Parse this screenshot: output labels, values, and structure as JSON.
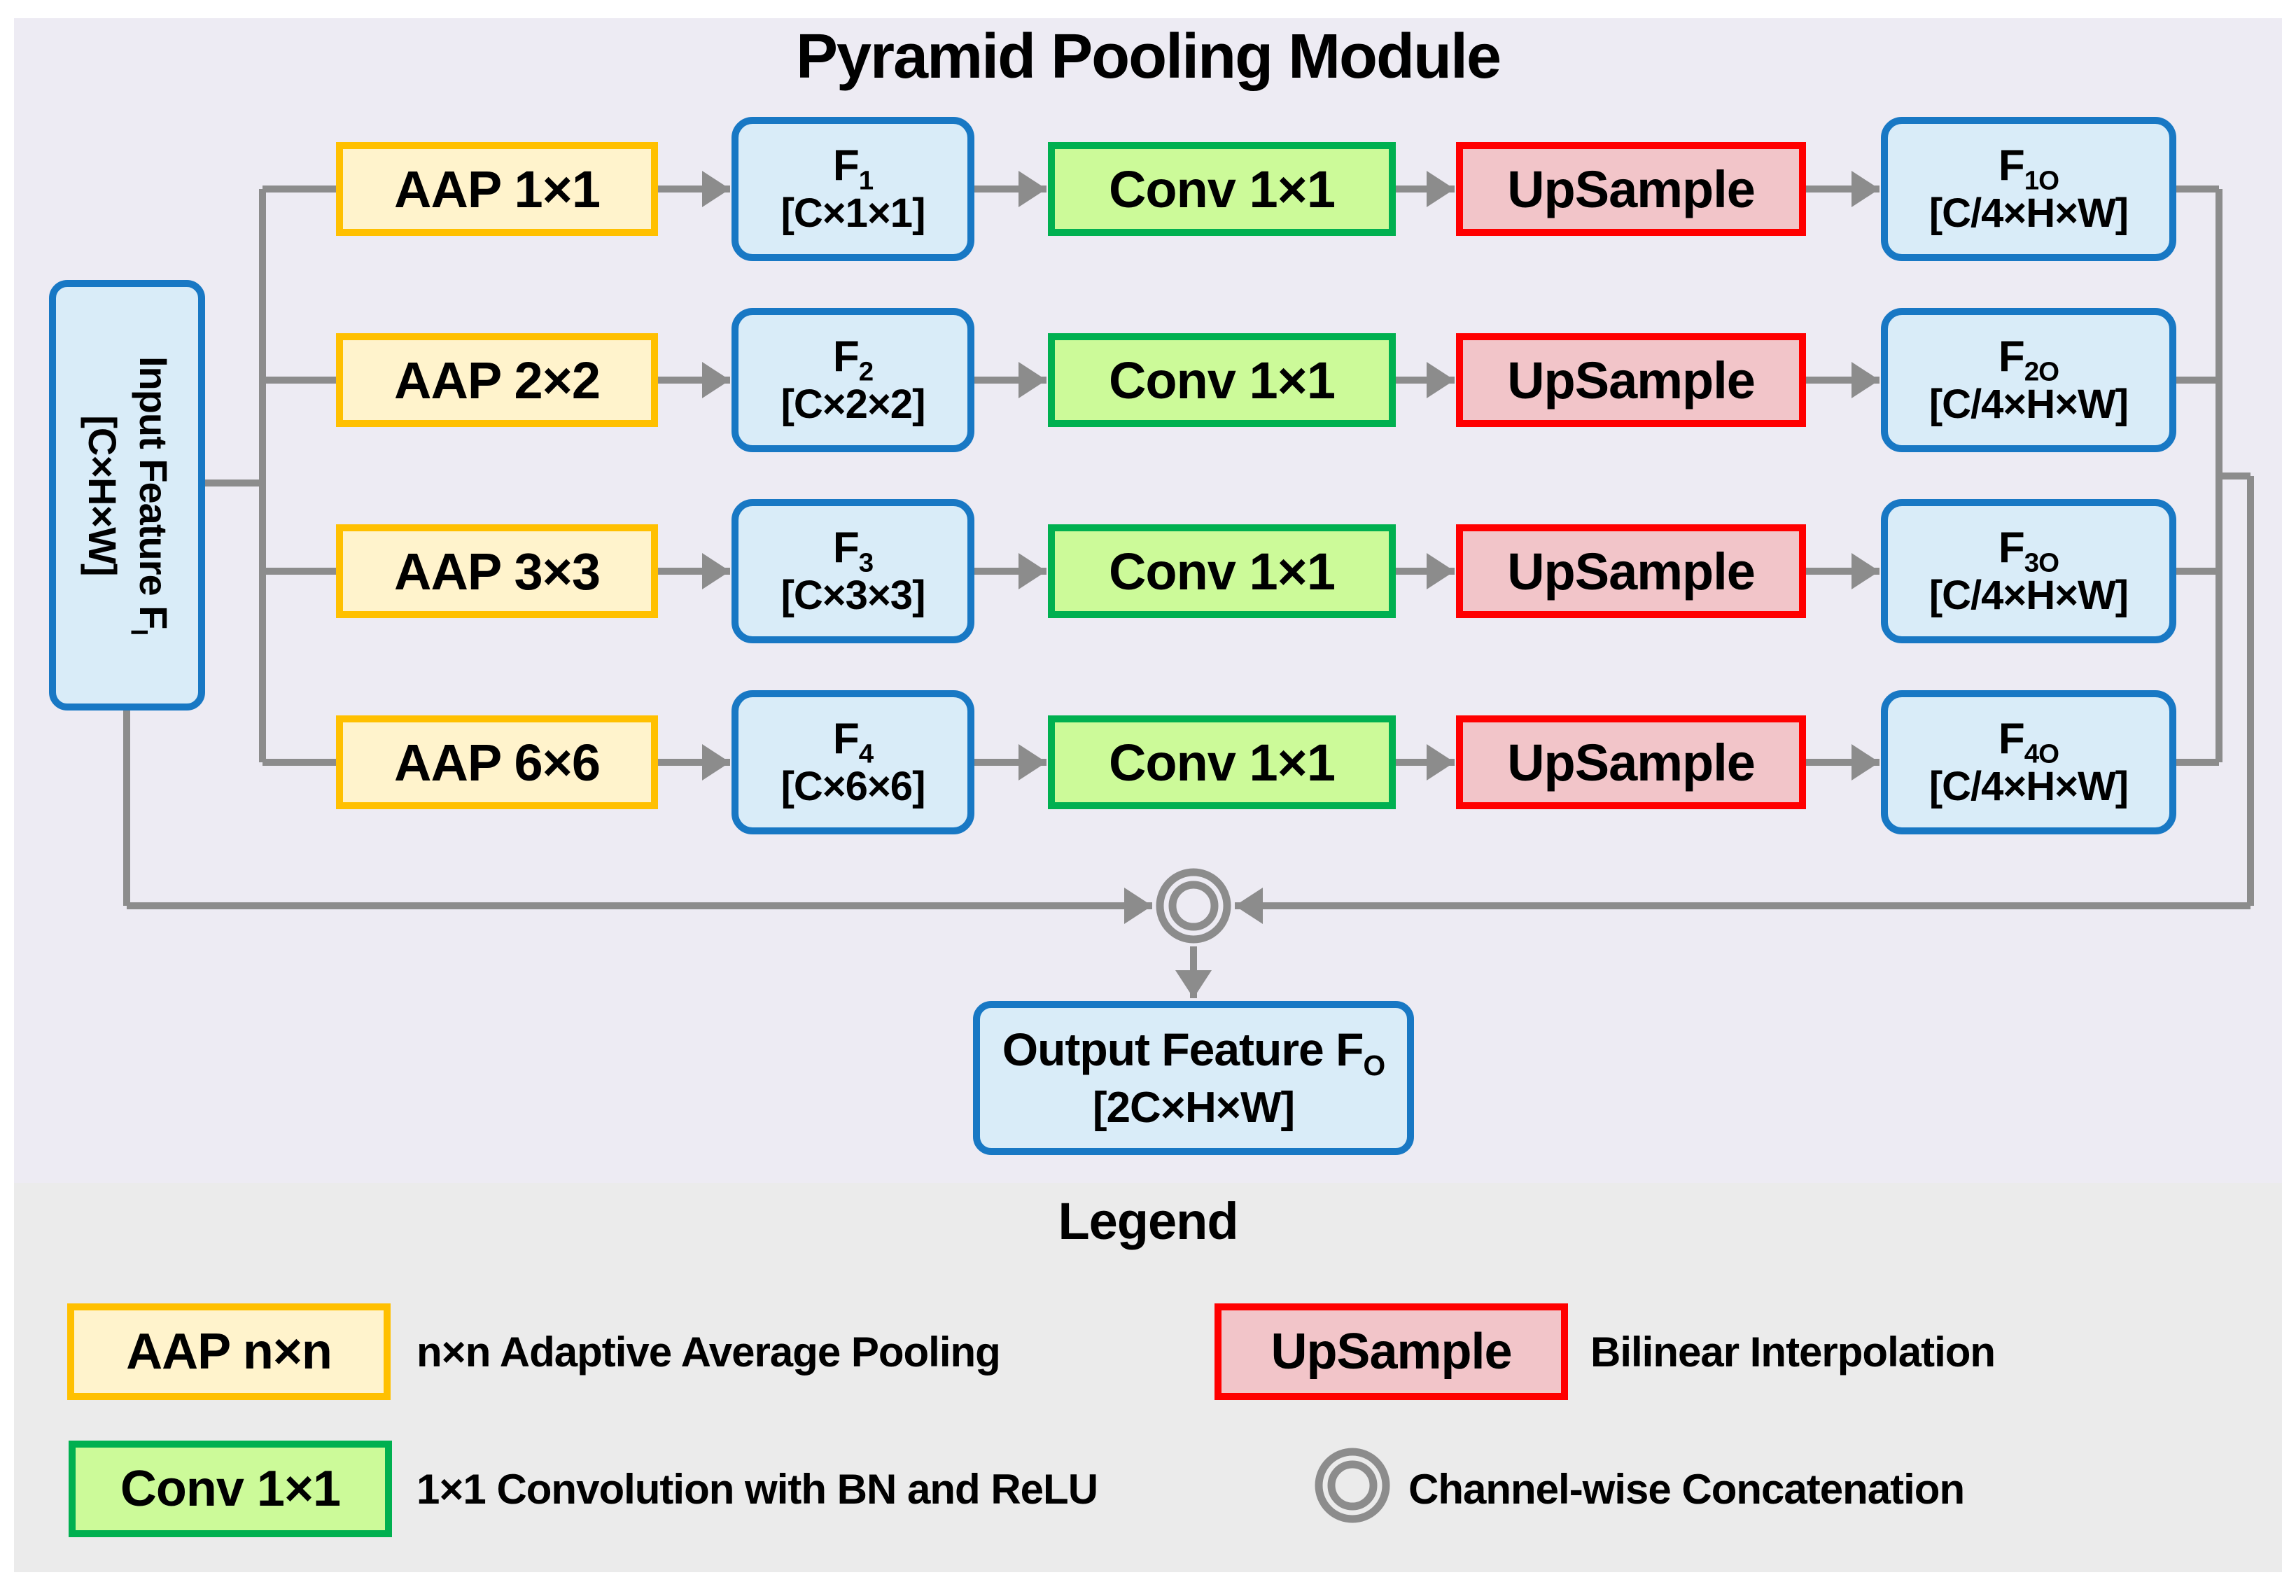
{
  "title": "Pyramid Pooling Module",
  "input": {
    "label_main": "Input Feature F",
    "label_sub": "I",
    "dims": "[C×H×W]"
  },
  "rows": [
    {
      "aap": "AAP 1×1",
      "f_main": "F",
      "f_sub": "1",
      "f_dims": "[C×1×1]",
      "conv": "Conv 1×1",
      "upsample": "UpSample",
      "out_main": "F",
      "out_sub": "1O",
      "out_dims": "[C/4×H×W]"
    },
    {
      "aap": "AAP 2×2",
      "f_main": "F",
      "f_sub": "2",
      "f_dims": "[C×2×2]",
      "conv": "Conv 1×1",
      "upsample": "UpSample",
      "out_main": "F",
      "out_sub": "2O",
      "out_dims": "[C/4×H×W]"
    },
    {
      "aap": "AAP 3×3",
      "f_main": "F",
      "f_sub": "3",
      "f_dims": "[C×3×3]",
      "conv": "Conv 1×1",
      "upsample": "UpSample",
      "out_main": "F",
      "out_sub": "3O",
      "out_dims": "[C/4×H×W]"
    },
    {
      "aap": "AAP 6×6",
      "f_main": "F",
      "f_sub": "4",
      "f_dims": "[C×6×6]",
      "conv": "Conv 1×1",
      "upsample": "UpSample",
      "out_main": "F",
      "out_sub": "4O",
      "out_dims": "[C/4×H×W]"
    }
  ],
  "output": {
    "label_main": "Output Feature F",
    "label_sub": "O",
    "dims": "[2C×H×W]"
  },
  "legend": {
    "title": "Legend",
    "items": [
      {
        "box": "AAP n×n",
        "desc": "n×n Adaptive Average Pooling"
      },
      {
        "box": "UpSample",
        "desc": "Bilinear Interpolation"
      },
      {
        "box": "Conv 1×1",
        "desc": "1×1 Convolution with BN and ReLU"
      },
      {
        "icon": "concat-icon",
        "desc": "Channel-wise Concatenation"
      }
    ]
  },
  "colors": {
    "panel_bg": "#EDEBF3",
    "legend_bg": "#EBEBEB",
    "aap_border": "#FFC000",
    "aap_fill": "#FFF3CC",
    "feature_border": "#1878C4",
    "feature_fill": "#D9ECF8",
    "conv_border": "#00B050",
    "conv_fill": "#CCFA99",
    "upsample_border": "#FF0000",
    "upsample_fill": "#F2C5C9",
    "wire": "#8C8C8C",
    "text": "#000000"
  }
}
